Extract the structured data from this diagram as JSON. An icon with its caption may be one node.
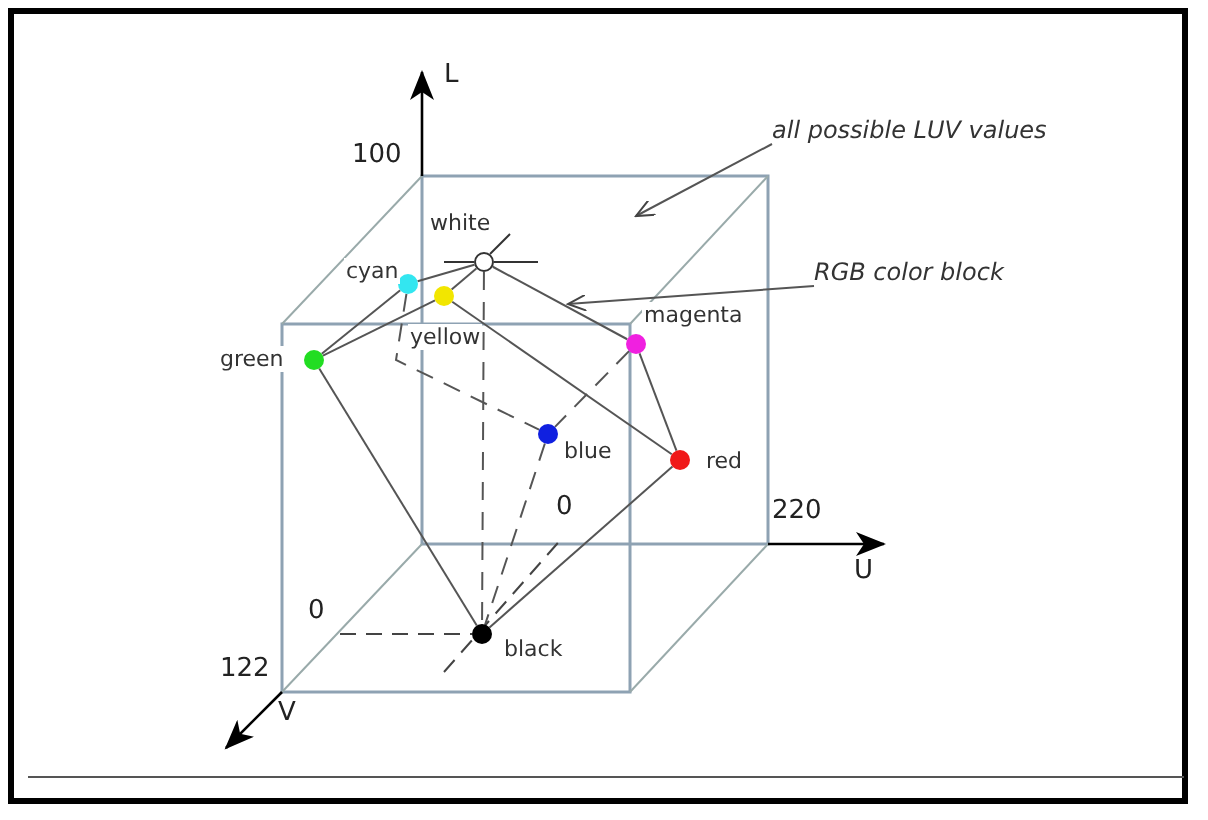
{
  "diagram": {
    "nodes": [
      {
        "text": [
          "all possible LUV values"
        ]
      },
      {
        "text": [
          "white"
        ]
      },
      {
        "text": [
          "RGB color block"
        ]
      },
      {
        "text": [
          "cyan"
        ]
      },
      {
        "text": [
          "magenta"
        ]
      },
      {
        "text": [
          "yellow"
        ]
      },
      {
        "text": [
          "green"
        ]
      },
      {
        "text": [
          "blue"
        ]
      },
      {
        "text": [
          "red"
        ]
      },
      {
        "text": [
          "black"
        ]
      }
    ],
    "edges": [
      {
        "from": 0,
        "to": null,
        "arrow": "to"
      },
      {
        "from": 2,
        "to": null,
        "arrow": "to"
      },
      {
        "from": 1,
        "to": 3,
        "arrow": "none"
      },
      {
        "from": 1,
        "to": 5,
        "arrow": "none"
      },
      {
        "from": 1,
        "to": 4,
        "arrow": "none"
      },
      {
        "from": 3,
        "to": 6,
        "arrow": "none"
      },
      {
        "from": 3,
        "to": 7,
        "arrow": "none",
        "style": "dashed"
      },
      {
        "from": 5,
        "to": 6,
        "arrow": "none"
      },
      {
        "from": 5,
        "to": 8,
        "arrow": "none"
      },
      {
        "from": 4,
        "to": 8,
        "arrow": "none"
      },
      {
        "from": 4,
        "to": 7,
        "arrow": "none",
        "style": "dashed"
      },
      {
        "from": 6,
        "to": 9,
        "arrow": "none"
      },
      {
        "from": 8,
        "to": 9,
        "arrow": "none"
      },
      {
        "from": 7,
        "to": 9,
        "arrow": "none",
        "style": "dashed"
      },
      {
        "from": 1,
        "to": 9,
        "arrow": "none",
        "style": "dashed"
      }
    ],
    "labels": [
      "L",
      "100",
      "0",
      "220",
      "U",
      "0",
      "122",
      "V"
    ]
  }
}
